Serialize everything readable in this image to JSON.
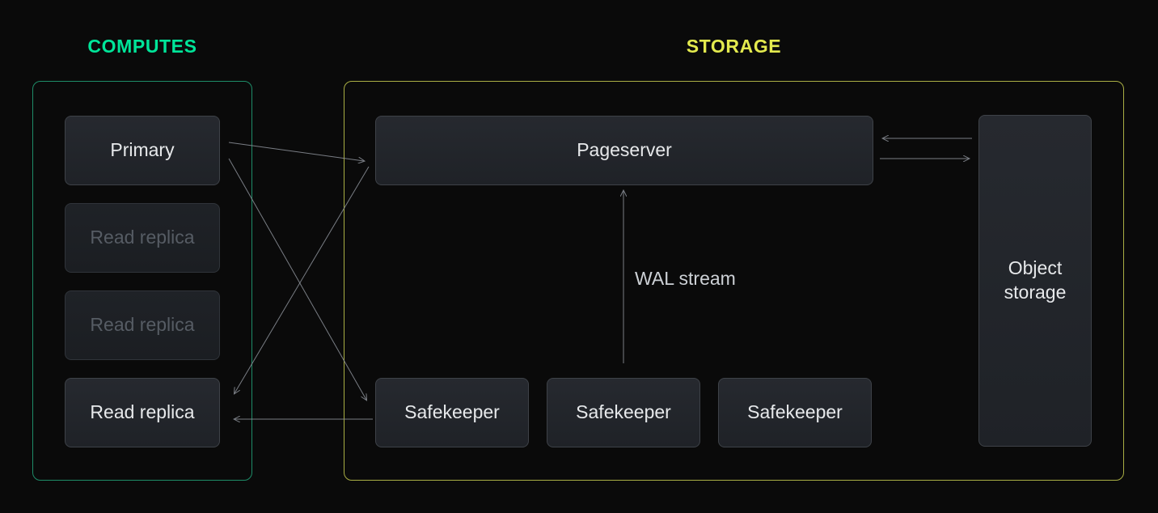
{
  "diagram_title": "",
  "colors": {
    "background": "#0a0a0a",
    "accent_green": "#00e599",
    "accent_yellow": "#e3ea4e",
    "computes_border": "#1e8c68",
    "storage_border": "#a9ae44",
    "node_fill": "#23262b",
    "node_border": "#3e4248",
    "node_text": "#e7e9eb",
    "dimmed_text": "#565c64",
    "arrow": "#8d929a"
  },
  "computes": {
    "label": "COMPUTES",
    "items": [
      {
        "label": "Primary",
        "dimmed": false
      },
      {
        "label": "Read replica",
        "dimmed": true
      },
      {
        "label": "Read replica",
        "dimmed": true
      },
      {
        "label": "Read replica",
        "dimmed": false
      }
    ]
  },
  "storage": {
    "label": "STORAGE",
    "pageserver": {
      "label": "Pageserver"
    },
    "safekeepers": [
      {
        "label": "Safekeeper"
      },
      {
        "label": "Safekeeper"
      },
      {
        "label": "Safekeeper"
      }
    ],
    "object_storage": {
      "label": "Object storage"
    },
    "wal_stream_label": "WAL stream"
  },
  "edges": [
    {
      "name": "primary-to-pageserver"
    },
    {
      "name": "primary-to-safekeeper"
    },
    {
      "name": "pageserver-to-read-replica"
    },
    {
      "name": "safekeeper-to-read-replica"
    },
    {
      "name": "safekeeper-to-pageserver-wal-stream"
    },
    {
      "name": "object-storage-to-pageserver"
    },
    {
      "name": "pageserver-to-object-storage"
    }
  ]
}
